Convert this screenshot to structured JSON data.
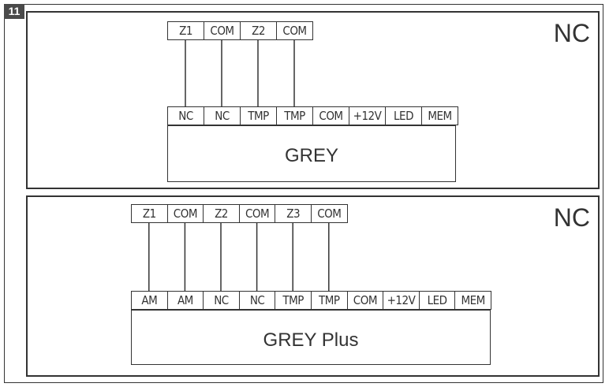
{
  "figure_number": "11",
  "panels": [
    {
      "mode": "NC",
      "zone_terminals": [
        "Z1",
        "COM",
        "Z2",
        "COM"
      ],
      "device": {
        "name": "GREY",
        "terminals": [
          "NC",
          "NC",
          "TMP",
          "TMP",
          "COM",
          "+12V",
          "LED",
          "MEM"
        ]
      },
      "connections": [
        [
          0,
          0
        ],
        [
          1,
          1
        ],
        [
          2,
          2
        ],
        [
          3,
          3
        ]
      ]
    },
    {
      "mode": "NC",
      "zone_terminals": [
        "Z1",
        "COM",
        "Z2",
        "COM",
        "Z3",
        "COM"
      ],
      "device": {
        "name": "GREY Plus",
        "terminals": [
          "AM",
          "AM",
          "NC",
          "NC",
          "TMP",
          "TMP",
          "COM",
          "+12V",
          "LED",
          "MEM"
        ]
      },
      "connections": [
        [
          0,
          0
        ],
        [
          1,
          1
        ],
        [
          2,
          2
        ],
        [
          3,
          3
        ],
        [
          4,
          4
        ],
        [
          5,
          5
        ]
      ]
    }
  ]
}
